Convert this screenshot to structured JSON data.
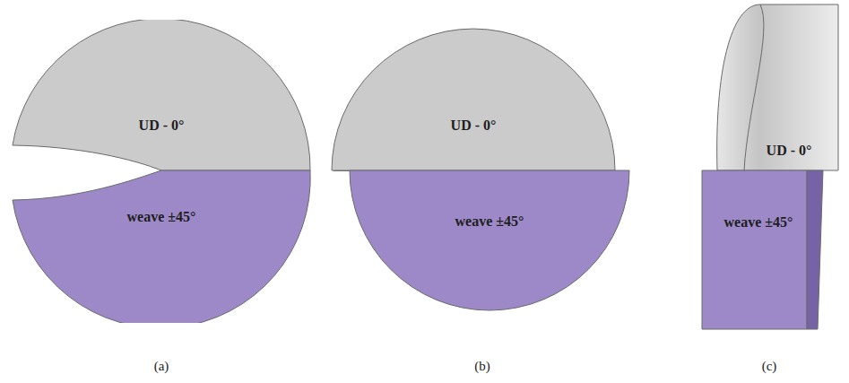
{
  "diagram": {
    "nodes": [
      {
        "text": [
          "UD - 0°"
        ]
      },
      {
        "text": [
          "weave ±45°"
        ]
      },
      {
        "text": [
          "UD - 0°"
        ]
      },
      {
        "text": [
          "weave ±45°"
        ]
      },
      {
        "text": [
          "UD - 0°"
        ]
      },
      {
        "text": [
          "weave ±45°"
        ]
      }
    ],
    "labels": [
      "(a)",
      "(b)",
      "(c)"
    ]
  }
}
